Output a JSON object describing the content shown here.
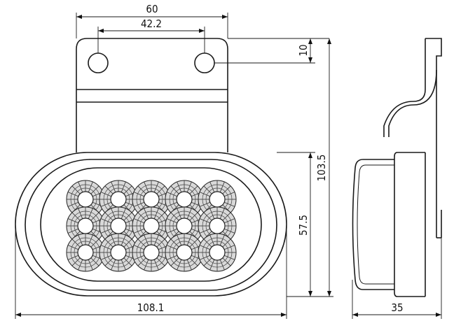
{
  "dimensions": {
    "overall_mount_width": "60",
    "hole_spacing": "42.2",
    "hole_offset": "10",
    "total_height": "103.5",
    "lens_height": "57.5",
    "overall_width": "108.1",
    "depth": "35"
  },
  "led_grid": {
    "rows": 3,
    "columns": 5
  }
}
